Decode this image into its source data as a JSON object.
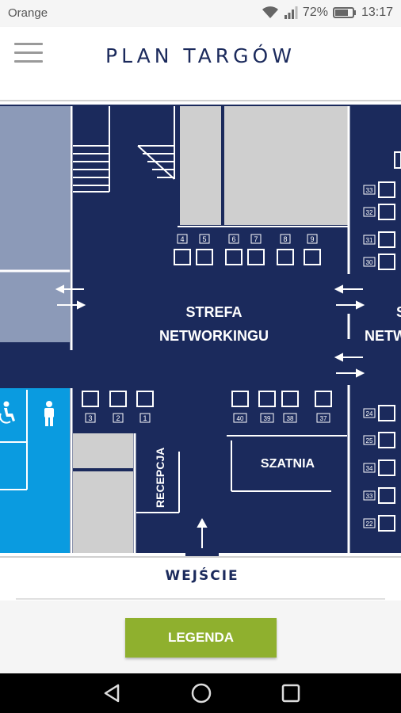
{
  "status_bar": {
    "carrier": "Orange",
    "battery": "72%",
    "time": "13:17",
    "icons": [
      "wifi-icon",
      "signal-icon",
      "battery-icon"
    ]
  },
  "header": {
    "title": "PLAN TARGÓW",
    "menu_icon": "hamburger-menu-icon"
  },
  "map": {
    "zones": {
      "networking_line1": "STREFA",
      "networking_line2": "NETWORKINGU",
      "networking_right_partial_1": "S",
      "networking_right_partial_2": "NETW",
      "cloakroom": "SZATNIA",
      "reception": "RECEPCJA",
      "entrance": "WEJŚCIE"
    },
    "booths_top": [
      "4",
      "5",
      "6",
      "7",
      "8",
      "9"
    ],
    "booths_bottom_left": [
      "3",
      "2",
      "1"
    ],
    "booths_bottom_right": [
      "40",
      "39",
      "38",
      "37"
    ],
    "booths_right_top": [
      "33",
      "32",
      "31",
      "30"
    ],
    "booths_right_bottom": [
      "24",
      "25",
      "34",
      "33",
      "22"
    ],
    "icons": [
      "wheelchair-icon",
      "person-icon",
      "arrow-left-icon",
      "arrow-right-icon",
      "arrow-up-icon"
    ],
    "colors": {
      "hall": "#1b2a5c",
      "light_block": "#8c9ab8",
      "gray_block": "#cfcfcf",
      "restroom": "#0a9be0"
    }
  },
  "footer": {
    "legend_button": "LEGENDA"
  },
  "nav_bar": {
    "icons": [
      "back-triangle-icon",
      "home-circle-icon",
      "recents-square-icon"
    ]
  }
}
